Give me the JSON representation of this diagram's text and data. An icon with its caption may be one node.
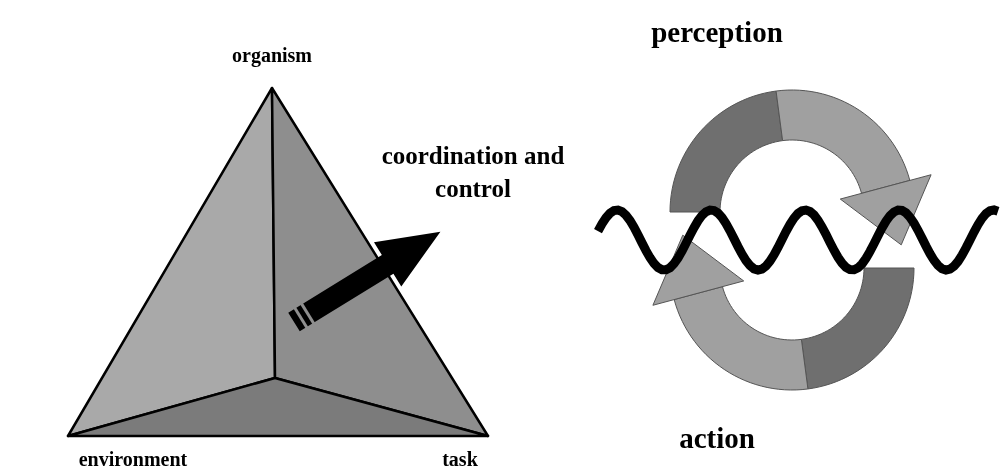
{
  "diagram": {
    "labels": [
      "organism",
      "coordination and control",
      "perception",
      "environment",
      "task",
      "action"
    ]
  }
}
